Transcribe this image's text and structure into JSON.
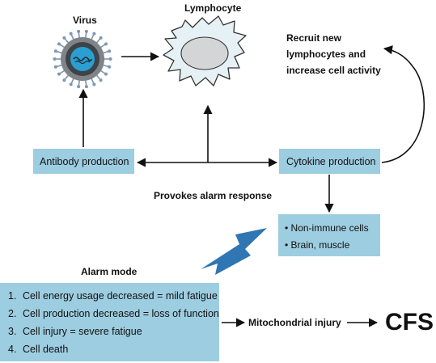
{
  "nodes": {
    "virus_label": "Virus",
    "lymphocyte_label": "Lymphocyte",
    "recruit_lines": [
      "Recruit new",
      "lymphocytes and",
      "increase cell activity"
    ],
    "antibody": "Antibody production",
    "cytokine": "Cytokine production",
    "alarm_response": "Provokes alarm response",
    "non_immune": [
      "Non-immune cells",
      "Brain, muscle"
    ],
    "alarm_mode_title": "Alarm mode",
    "alarm_mode_items": [
      "Cell energy usage decreased = mild fatigue",
      "Cell production decreased = loss of function",
      "Cell injury = severe fatigue",
      "Cell death"
    ],
    "mito": "Mitochondrial injury",
    "cfs": "CFS"
  },
  "colors": {
    "box_fill": "#9dcde0",
    "lightning": "#2f76b3",
    "lymphocyte_fill": "#e6f1f6",
    "virus_outer": "#7a7d80",
    "virus_core": "#2a9fd0"
  }
}
